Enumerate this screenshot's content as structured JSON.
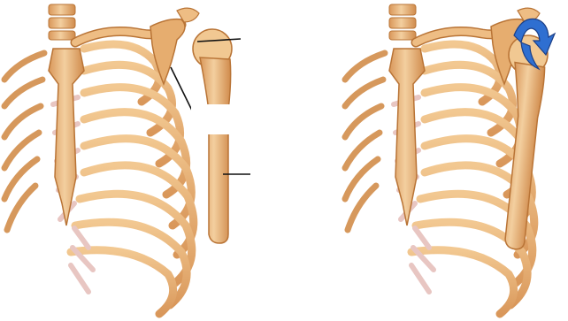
{
  "figure": {
    "panels": [
      {
        "id": "left",
        "pointer_lines": 3,
        "label_box": ""
      },
      {
        "id": "right",
        "rotation_arrow": true
      }
    ]
  },
  "colors": {
    "background": "#ffffff",
    "bone_fill": "#e9b47a",
    "bone_light": "#f3cf9f",
    "bone_stroke": "#b97436",
    "cartilage": "#e8c6c2",
    "cartilage_stroke": "#b99089",
    "arrow_fill": "#2f6fd1",
    "arrow_stroke": "#1c3f86",
    "pointer_line": "#111111"
  }
}
